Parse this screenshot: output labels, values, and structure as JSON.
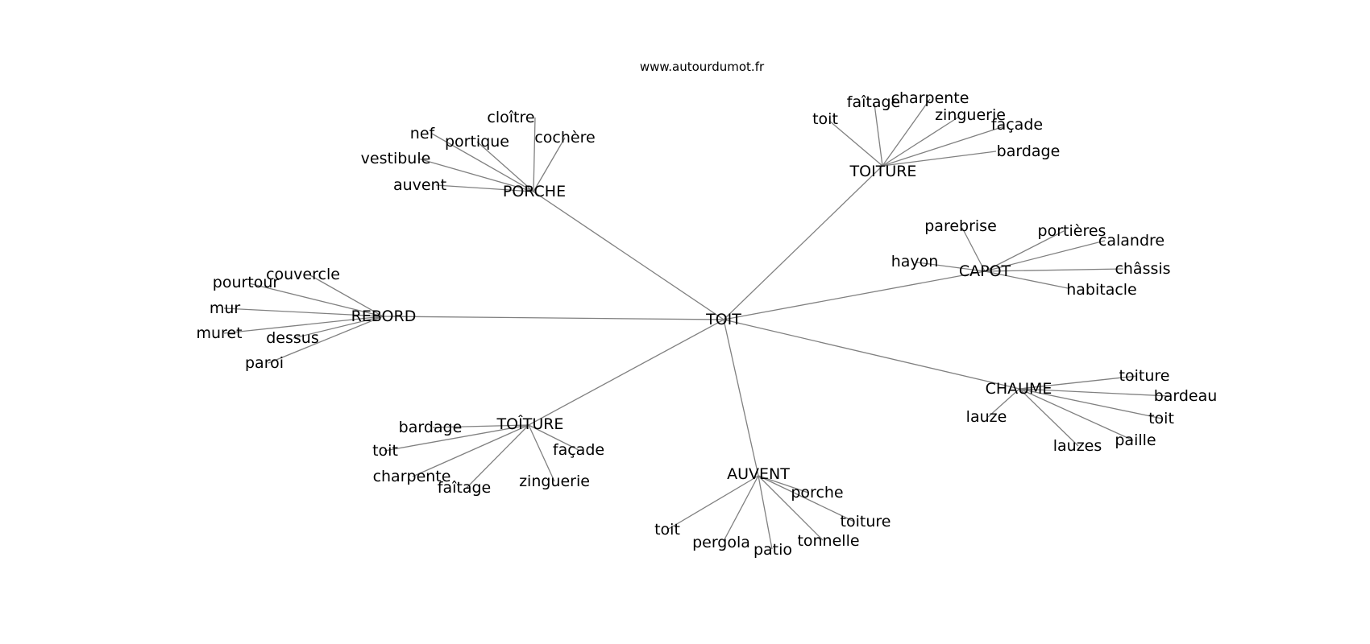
{
  "site": "www.autourdumot.fr",
  "colors": {
    "background": "#ffffff",
    "edge": "#808080",
    "text": "#000000"
  },
  "graph": {
    "center": {
      "id": "toit",
      "label": "TOIT"
    },
    "clusters": [
      {
        "id": "porche",
        "label": "PORCHE",
        "leaves": [
          "cloître",
          "cochère",
          "nef",
          "portique",
          "vestibule",
          "auvent"
        ]
      },
      {
        "id": "toiture",
        "label": "TOITURE",
        "leaves": [
          "toit",
          "faîtage",
          "charpente",
          "zinguerie",
          "façade",
          "bardage"
        ]
      },
      {
        "id": "capot",
        "label": "CAPOT",
        "leaves": [
          "parebrise",
          "portières",
          "calandre",
          "hayon",
          "châssis",
          "habitacle"
        ]
      },
      {
        "id": "rebord",
        "label": "REBORD",
        "leaves": [
          "couvercle",
          "pourtour",
          "mur",
          "muret",
          "dessus",
          "paroi"
        ]
      },
      {
        "id": "chaume",
        "label": "CHAUME",
        "leaves": [
          "toiture",
          "bardeau",
          "toit",
          "lauze",
          "lauzes",
          "paille"
        ]
      },
      {
        "id": "toiture-circ",
        "label": "TOÎTURE",
        "leaves": [
          "bardage",
          "toit",
          "charpente",
          "façade",
          "faîtage",
          "zinguerie"
        ]
      },
      {
        "id": "auvent",
        "label": "AUVENT",
        "leaves": [
          "porche",
          "toiture",
          "toit",
          "pergola",
          "patio",
          "tonnelle"
        ]
      }
    ]
  }
}
